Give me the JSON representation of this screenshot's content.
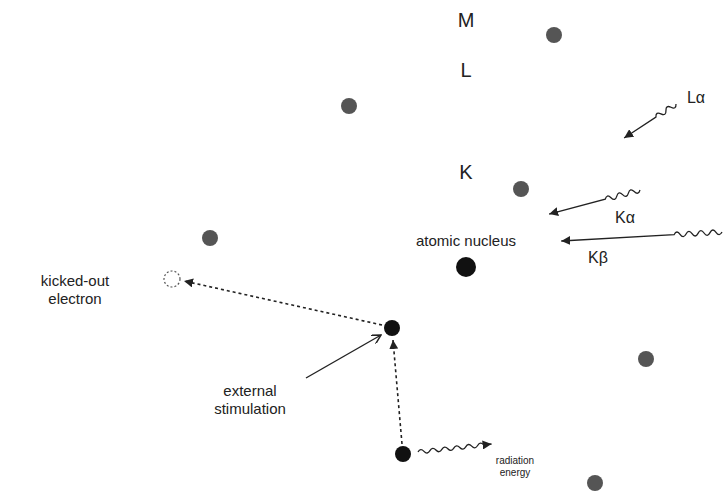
{
  "diagram": {
    "nodes": [
      {
        "text": [
          "M"
        ]
      },
      {
        "text": [
          "L"
        ],
        "in": 0
      },
      {
        "text": [
          "K"
        ],
        "in": 1
      }
    ],
    "labels": [
      "atomic nucleus",
      "kicked-out electron",
      "external stimulation",
      "radiation energy",
      "Lα",
      "Kα",
      "Kβ"
    ]
  }
}
